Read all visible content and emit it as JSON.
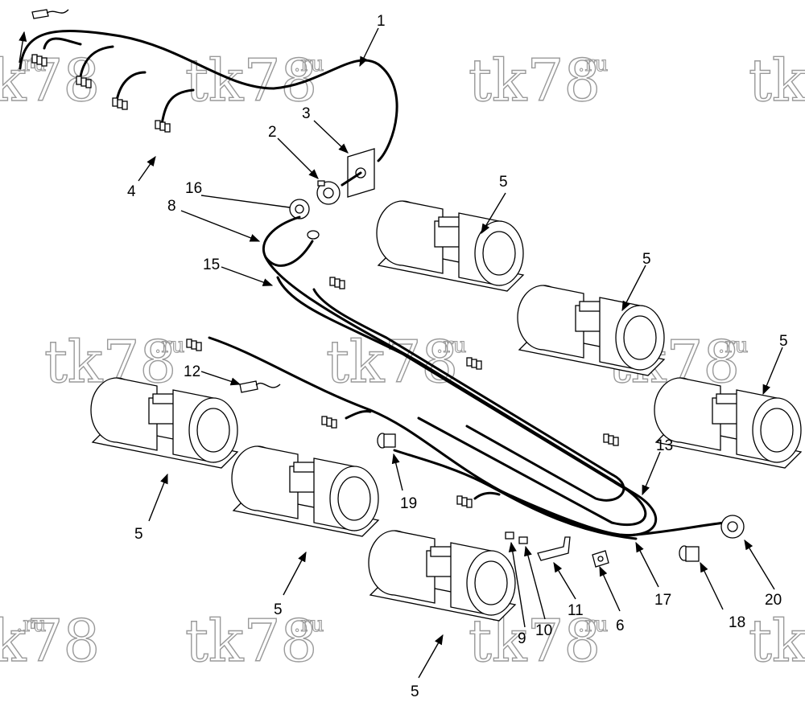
{
  "watermark": {
    "text": "tk78",
    "suffix": ".ru"
  },
  "callouts": {
    "c1": "1",
    "c2": "2",
    "c3": "3",
    "c4": "4",
    "c5a": "5",
    "c5b": "5",
    "c5c": "5",
    "c5d": "5",
    "c5e": "5",
    "c5f": "5",
    "c6": "6",
    "c8": "8",
    "c9": "9",
    "c10": "10",
    "c11": "11",
    "c12": "12",
    "c13": "13",
    "c15": "15",
    "c16": "16",
    "c17": "17",
    "c18": "18",
    "c19": "19",
    "c20": "20"
  }
}
